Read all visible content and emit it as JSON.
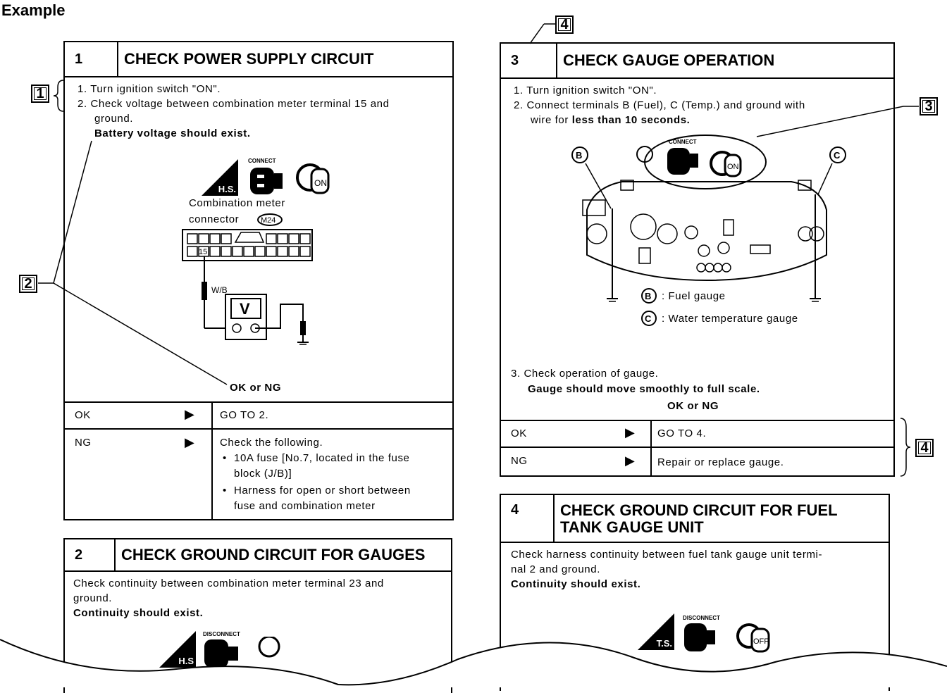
{
  "page_title": "Example",
  "tags": {
    "t1": "1",
    "t2": "2",
    "t3": "3",
    "t4a": "4",
    "t4b": "4"
  },
  "step1": {
    "num": "1",
    "title": "CHECK POWER SUPPLY CIRCUIT",
    "lines": [
      "1. Turn ignition switch \"ON\".",
      "2. Check voltage between combination meter terminal 15 and",
      "ground."
    ],
    "bold": "Battery voltage should exist.",
    "icon_hs": "H.S.",
    "connect": "CONNECT",
    "on": "ON",
    "conn_label1": "Combination meter",
    "conn_label2": "connector",
    "conn_code": "M24",
    "terminal": "15",
    "wire": "W/B",
    "meter": "V",
    "okng": "OK or NG",
    "ok": "OK",
    "ok_action": "GO TO 2.",
    "ng": "NG",
    "ng_action": "Check the following.",
    "ng_b1a": "10A fuse [No.7, located in the fuse",
    "ng_b1b": "block (J/B)]",
    "ng_b2a": "Harness for open or short between",
    "ng_b2b": "fuse and combination meter"
  },
  "step2": {
    "num": "2",
    "title": "CHECK GROUND CIRCUIT FOR GAUGES",
    "l1": "Check continuity between combination meter terminal 23 and",
    "l2": "ground.",
    "bold": "Continuity should exist.",
    "icon_hs": "H.S",
    "disconnect": "DISCONNECT"
  },
  "step3": {
    "num": "3",
    "title": "CHECK GAUGE OPERATION",
    "l1": "1. Turn ignition switch \"ON\".",
    "l2": "2. Connect terminals B (Fuel), C (Temp.) and ground with",
    "l3a": "wire for ",
    "l3b": "less than 10 seconds.",
    "connect": "CONNECT",
    "on": "ON",
    "b": "B",
    "c": "C",
    "leg_b": ": Fuel   gauge",
    "leg_c": ": Water temperature gauge",
    "l4": "3. Check operation of gauge.",
    "bold": "Gauge should move smoothly to full scale.",
    "okng": "OK or NG",
    "ok": "OK",
    "ok_action": "GO TO 4.",
    "ng": "NG",
    "ng_action": "Repair or replace gauge."
  },
  "step4": {
    "num": "4",
    "title1": "CHECK GROUND CIRCUIT FOR FUEL",
    "title2": "TANK GAUGE UNIT",
    "l1": "Check harness continuity between fuel tank gauge unit termi-",
    "l2": "nal 2 and ground.",
    "bold": "Continuity should exist.",
    "icon_ts": "T.S.",
    "disconnect": "DISCONNECT",
    "off": "OFF"
  }
}
